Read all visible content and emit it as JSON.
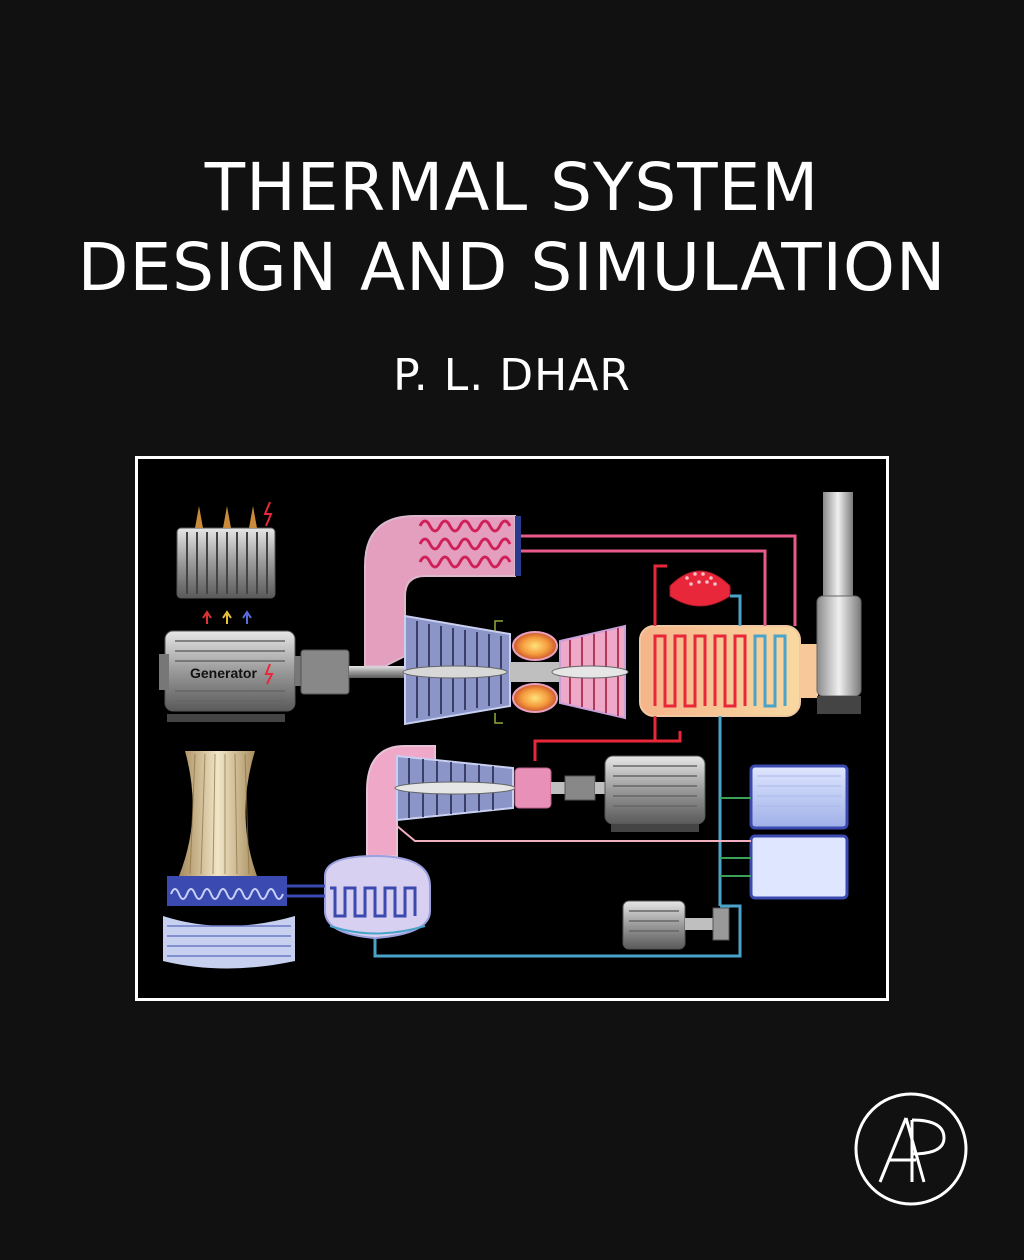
{
  "cover": {
    "title_line1": "THERMAL SYSTEM",
    "title_line2": "DESIGN AND SIMULATION",
    "author": "P. L. DHAR"
  },
  "figure": {
    "generator_label": "Generator"
  },
  "publisher": {
    "logo_text": "AP"
  },
  "colors": {
    "background": "#111111",
    "text": "#ffffff",
    "hot_pipe": "#e8283a",
    "cold_pipe": "#4aa3c9",
    "duct": "#f0a8c8",
    "frame": "#ffffff"
  }
}
